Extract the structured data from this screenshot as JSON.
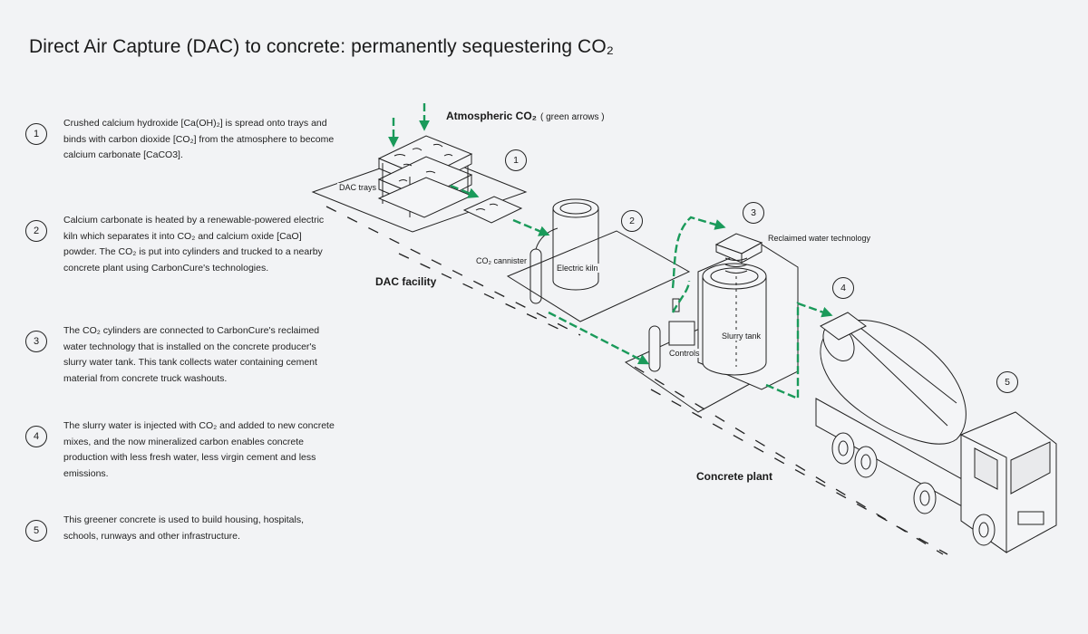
{
  "title": "Direct Air Capture (DAC) to concrete: permanently sequestering CO₂",
  "steps": [
    {
      "num": "1",
      "text": "Crushed calcium hydroxide [Ca(OH)₂] is spread onto trays and binds with carbon dioxide [CO₂] from the atmosphere to become calcium carbonate [CaCO3]."
    },
    {
      "num": "2",
      "text": "Calcium carbonate is heated by a renewable-powered electric kiln which separates it into CO₂ and calcium oxide [CaO] powder. The CO₂ is put into cylinders and trucked to a nearby concrete plant using CarbonCure's technologies."
    },
    {
      "num": "3",
      "text": "The CO₂ cylinders are connected to CarbonCure's reclaimed water technology that is installed on the concrete producer's slurry water tank. This tank collects water containing cement material from concrete truck washouts."
    },
    {
      "num": "4",
      "text": "The slurry water is injected with CO₂ and added to new concrete mixes, and the now mineralized carbon enables concrete production with less fresh water, less virgin cement and less emissions."
    },
    {
      "num": "5",
      "text": "This greener concrete is used to build housing, hospitals, schools, runways and other infrastructure."
    }
  ],
  "diagram": {
    "atmospheric_label": "Atmospheric CO₂",
    "atmospheric_note": "( green arrows )",
    "dac_trays": "DAC trays",
    "dac_facility": "DAC facility",
    "co2_cannister": "CO₂ cannister",
    "electric_kiln": "Electric kiln",
    "reclaimed_water": "Reclaimed water technology",
    "slurry_tank": "Slurry tank",
    "controls": "Controls",
    "concrete_plant": "Concrete plant",
    "markers": [
      "1",
      "2",
      "3",
      "4",
      "5"
    ]
  },
  "colors": {
    "accent_green": "#1a9a5a",
    "line": "#222222",
    "background": "#f2f3f5"
  }
}
